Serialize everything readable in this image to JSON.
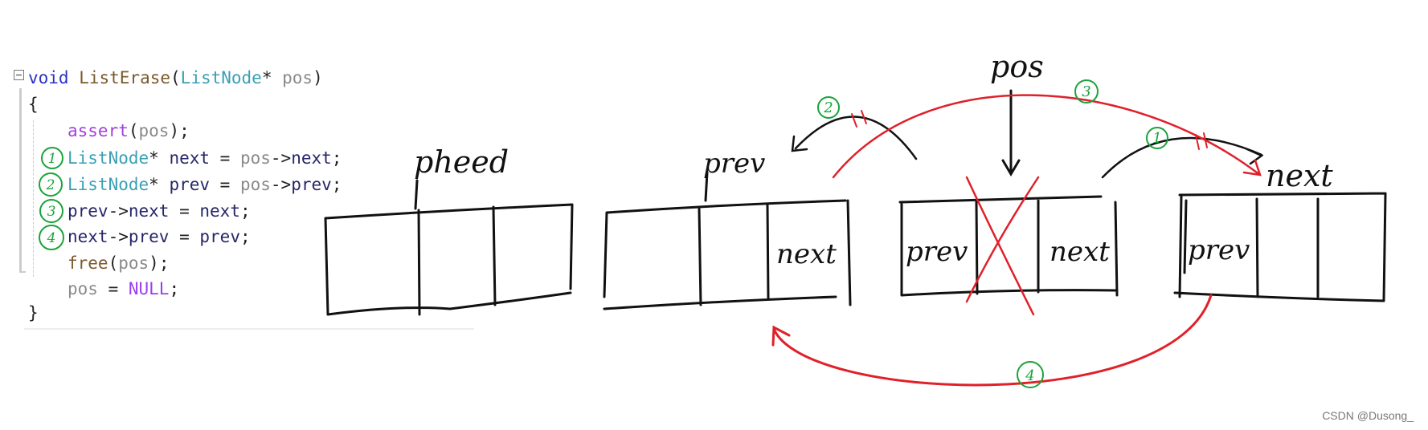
{
  "code": {
    "lines": [
      [
        {
          "t": "void ",
          "c": "kw"
        },
        {
          "t": "ListErase",
          "c": "fn"
        },
        {
          "t": "(",
          "c": "pu"
        },
        {
          "t": "ListNode",
          "c": "ty"
        },
        {
          "t": "* ",
          "c": "pu"
        },
        {
          "t": "pos",
          "c": "pm"
        },
        {
          "t": ")",
          "c": "pu"
        }
      ],
      [
        {
          "t": "{",
          "c": "pu"
        }
      ],
      [
        {
          "t": "    assert",
          "c": "mac"
        },
        {
          "t": "(",
          "c": "pu"
        },
        {
          "t": "pos",
          "c": "pm"
        },
        {
          "t": ");",
          "c": "pu"
        }
      ],
      [
        {
          "t": "    ListNode",
          "c": "ty"
        },
        {
          "t": "* ",
          "c": "pu"
        },
        {
          "t": "next",
          "c": "id"
        },
        {
          "t": " = ",
          "c": "pu"
        },
        {
          "t": "pos",
          "c": "pm"
        },
        {
          "t": "->",
          "c": "pu"
        },
        {
          "t": "next",
          "c": "id"
        },
        {
          "t": ";",
          "c": "pu"
        }
      ],
      [
        {
          "t": "    ListNode",
          "c": "ty"
        },
        {
          "t": "* ",
          "c": "pu"
        },
        {
          "t": "prev",
          "c": "id"
        },
        {
          "t": " = ",
          "c": "pu"
        },
        {
          "t": "pos",
          "c": "pm"
        },
        {
          "t": "->",
          "c": "pu"
        },
        {
          "t": "prev",
          "c": "id"
        },
        {
          "t": ";",
          "c": "pu"
        }
      ],
      [
        {
          "t": "    prev",
          "c": "id"
        },
        {
          "t": "->",
          "c": "pu"
        },
        {
          "t": "next",
          "c": "id"
        },
        {
          "t": " = ",
          "c": "pu"
        },
        {
          "t": "next",
          "c": "id"
        },
        {
          "t": ";",
          "c": "pu"
        }
      ],
      [
        {
          "t": "    next",
          "c": "id"
        },
        {
          "t": "->",
          "c": "pu"
        },
        {
          "t": "prev",
          "c": "id"
        },
        {
          "t": " = ",
          "c": "pu"
        },
        {
          "t": "prev",
          "c": "id"
        },
        {
          "t": ";",
          "c": "pu"
        }
      ],
      [
        {
          "t": "    free",
          "c": "fn"
        },
        {
          "t": "(",
          "c": "pu"
        },
        {
          "t": "pos",
          "c": "pm"
        },
        {
          "t": ");",
          "c": "pu"
        }
      ],
      [
        {
          "t": "    pos",
          "c": "pm"
        },
        {
          "t": " = ",
          "c": "pu"
        },
        {
          "t": "NULL",
          "c": "nl"
        },
        {
          "t": ";",
          "c": "pu"
        }
      ],
      [
        {
          "t": "}",
          "c": "pu"
        }
      ]
    ],
    "step_marks": [
      "1",
      "2",
      "3",
      "4"
    ]
  },
  "diagram": {
    "labels": {
      "head": "pheed",
      "prev": "prev",
      "pos": "pos",
      "next": "next"
    },
    "cell_labels": {
      "prev_next": "next",
      "pos_prev": "prev",
      "pos_next": "next",
      "next_prev": "prev"
    },
    "arrow_steps": {
      "a": "1",
      "b": "2",
      "c": "3",
      "d": "4"
    },
    "colors": {
      "ink": "#111111",
      "red": "#e0202a",
      "green": "#1aa33a"
    }
  },
  "watermark": "CSDN @Dusong_"
}
